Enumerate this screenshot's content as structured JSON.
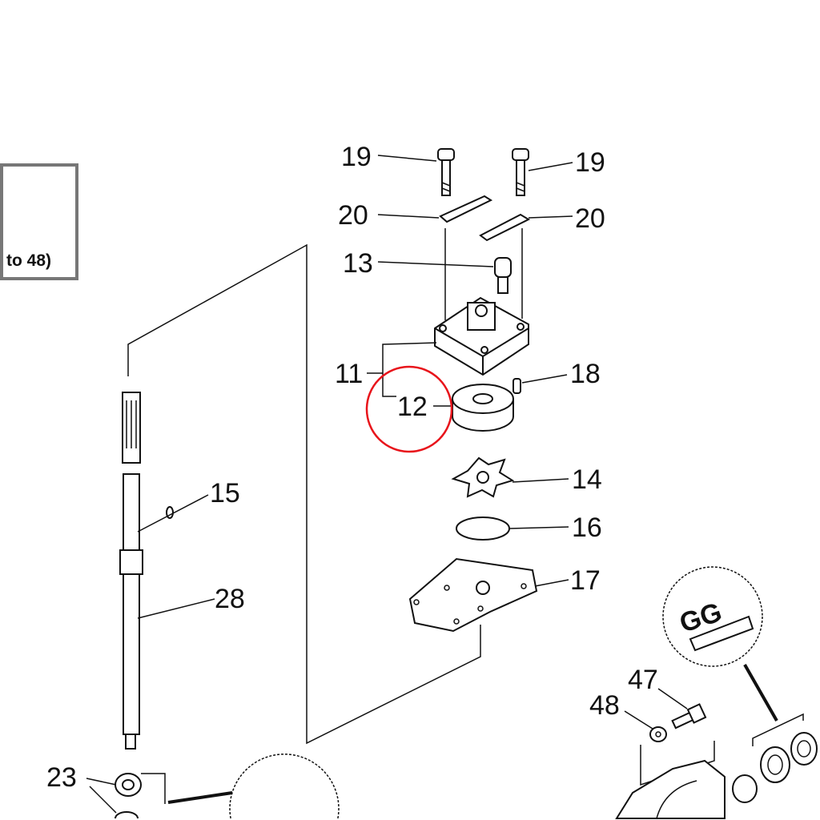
{
  "callout_box": {
    "text": "to 48)"
  },
  "labels": {
    "p19_left": "19",
    "p19_right": "19",
    "p20_left": "20",
    "p20_right": "20",
    "p13": "13",
    "p11": "11",
    "p12": "12",
    "p18": "18",
    "p14": "14",
    "p16": "16",
    "p17": "17",
    "p15": "15",
    "p28": "28",
    "p47": "47",
    "p48": "48",
    "p23": "23"
  },
  "highlight": {
    "target": "12",
    "color": "#e8141b"
  },
  "grease_symbol": "GG"
}
